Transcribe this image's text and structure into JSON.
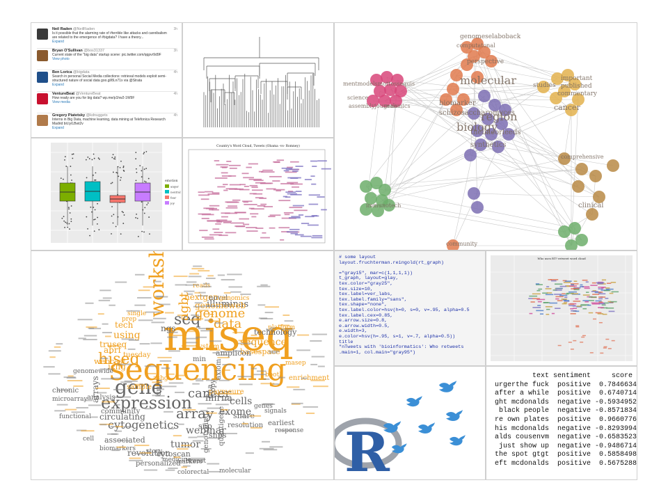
{
  "tweets": [
    {
      "name": "Neil Raden",
      "handle": "@NeilRaden",
      "time": "3h",
      "body": "Is it possible that the alarming rate of #terrible like attacks and cannibalism are related to the emergence of #bigdata? I have a theory...",
      "action": "Expand",
      "avatar_color": "#3a3a3a"
    },
    {
      "name": "Bryan O'Sullivan",
      "handle": "@bos31337",
      "time": "3h",
      "body": "Current state of the \"big data\" startup scene: pic.twitter.com/qqpvr9d9F",
      "action": "View photo",
      "avatar_color": "#8a5a2e"
    },
    {
      "name": "Ben Lorica",
      "handle": "@bigdata",
      "time": "4h",
      "body": "Search in personal Social Media collections: retrieval models exploit semi-structured nature of social data goo.gl/8Ln71x via @Strata",
      "action": "Expand",
      "avatar_color": "#1f4f8a"
    },
    {
      "name": "VentureBeat",
      "handle": "@VentureBeat",
      "time": "4h",
      "body": "How ready are you for big data? wp.me/p1hw2-1W9F",
      "action": "View media",
      "avatar_color": "#c8102e"
    },
    {
      "name": "Gregory Piatetsky",
      "handle": "@kdnuggets",
      "time": "4h",
      "body": "Interns in Big Data, machine learning, data mining at Telefonica Research Madrid bit.ly/LBwt2v",
      "action": "Expand",
      "avatar_color": "#b07a4a"
    }
  ],
  "network": {
    "labels": [
      {
        "t": "genomeselaboback",
        "c": "#8a7060"
      },
      {
        "t": "computatonal",
        "c": "#8a7060"
      },
      {
        "t": "perspective",
        "c": "#8a7060"
      },
      {
        "t": "molecular",
        "c": "#8a7060"
      },
      {
        "t": "mentmodelsmottessequis",
        "c": "#8a7060"
      },
      {
        "t": "science",
        "c": "#8a7060"
      },
      {
        "t": "assemblyjournals",
        "c": "#8a7060"
      },
      {
        "t": "genomics",
        "c": "#8a7060"
      },
      {
        "t": "biomarker",
        "c": "#8a7060"
      },
      {
        "t": "schizosaccharomyces",
        "c": "#8a7060"
      },
      {
        "t": "region",
        "c": "#8a7060"
      },
      {
        "t": "biology",
        "c": "#8a7060"
      },
      {
        "t": "thelineorleeds",
        "c": "#8a7060"
      },
      {
        "t": "synthetics",
        "c": "#8a7060"
      },
      {
        "t": "studies",
        "c": "#8a7060"
      },
      {
        "t": "important",
        "c": "#8a7060"
      },
      {
        "t": "published",
        "c": "#8a7060"
      },
      {
        "t": "commentary",
        "c": "#8a7060"
      },
      {
        "t": "cancer",
        "c": "#8a7060"
      },
      {
        "t": "comprehensive",
        "c": "#8a7060"
      },
      {
        "t": "clinical",
        "c": "#8a7060"
      },
      {
        "t": "immunotech",
        "c": "#8a7060"
      },
      {
        "t": "community",
        "c": "#8a7060"
      }
    ]
  },
  "wordcloud": {
    "words": [
      {
        "t": "sequencing",
        "c": "#f0a020"
      },
      {
        "t": "miseq",
        "c": "#f0a020"
      },
      {
        "t": "workshop",
        "c": "#f0a020"
      },
      {
        "t": "gene",
        "c": "#666666"
      },
      {
        "t": "expression",
        "c": "#666666"
      },
      {
        "t": "hiseq",
        "c": "#f0a020"
      },
      {
        "t": "seq",
        "c": "#666666"
      },
      {
        "t": "genome",
        "c": "#f0a020"
      },
      {
        "t": "data",
        "c": "#f0a020"
      },
      {
        "t": "array",
        "c": "#666666"
      },
      {
        "t": "cancer",
        "c": "#666666"
      },
      {
        "t": "illuminas",
        "c": "#666666"
      },
      {
        "t": "using",
        "c": "#f0a020"
      },
      {
        "t": "truseq",
        "c": "#f0a020"
      },
      {
        "t": "ngs",
        "c": "#666666"
      },
      {
        "t": "sequence",
        "c": "#f0a020"
      },
      {
        "t": "basespace",
        "c": "#f0a020"
      },
      {
        "t": "technology",
        "c": "#666666"
      },
      {
        "t": "cytogenetics",
        "c": "#666666"
      },
      {
        "t": "webinar",
        "c": "#666666"
      },
      {
        "t": "exome",
        "c": "#666666"
      },
      {
        "t": "mirna",
        "c": "#666666"
      },
      {
        "t": "dna",
        "c": "#666666"
      },
      {
        "t": "cells",
        "c": "#666666"
      },
      {
        "t": "circulating",
        "c": "#666666"
      },
      {
        "t": "arrays",
        "c": "#666666"
      },
      {
        "t": "chronic",
        "c": "#666666"
      },
      {
        "t": "microarray",
        "c": "#666666"
      },
      {
        "t": "analysis",
        "c": "#666666"
      },
      {
        "t": "community",
        "c": "#666666"
      },
      {
        "t": "functional",
        "c": "#666666"
      },
      {
        "t": "associated",
        "c": "#666666"
      },
      {
        "t": "tumor",
        "c": "#666666"
      },
      {
        "t": "revolution",
        "c": "#666666"
      },
      {
        "t": "snps",
        "c": "#666666"
      },
      {
        "t": "snp",
        "c": "#666666"
      },
      {
        "t": "story",
        "c": "#666666"
      },
      {
        "t": "cytoscan",
        "c": "#666666"
      },
      {
        "t": "personalized",
        "c": "#666666"
      },
      {
        "t": "genomewide",
        "c": "#666666"
      },
      {
        "t": "genomeweb",
        "c": "#f0a020"
      },
      {
        "t": "agbt",
        "c": "#f0a020"
      },
      {
        "t": "nextgen",
        "c": "#f0a020"
      },
      {
        "t": "amplicon",
        "c": "#666666"
      },
      {
        "t": "share",
        "c": "#666666"
      },
      {
        "t": "resolution",
        "c": "#666666"
      },
      {
        "t": "earliest",
        "c": "#666666"
      },
      {
        "t": "response",
        "c": "#666666"
      },
      {
        "t": "genes",
        "c": "#666666"
      },
      {
        "t": "signals",
        "c": "#666666"
      },
      {
        "t": "tech",
        "c": "#f0a020"
      },
      {
        "t": "abrf",
        "c": "#f0a020"
      },
      {
        "t": "ichg",
        "c": "#f0a020"
      },
      {
        "t": "sample",
        "c": "#f0a020"
      },
      {
        "t": "tuesday",
        "c": "#f0a020"
      },
      {
        "t": "min",
        "c": "#666666"
      },
      {
        "t": "novel",
        "c": "#666666"
      },
      {
        "t": "genomics",
        "c": "#f0a020"
      },
      {
        "t": "reads",
        "c": "#f0a020"
      },
      {
        "t": "system",
        "c": "#f0a020"
      },
      {
        "t": "platform",
        "c": "#f0a020"
      },
      {
        "t": "single",
        "c": "#f0a020"
      },
      {
        "t": "prep",
        "c": "#f0a020"
      },
      {
        "t": "booth",
        "c": "#f0a020"
      },
      {
        "t": "masep",
        "c": "#f0a020"
      },
      {
        "t": "enrichment",
        "c": "#f0a020"
      },
      {
        "t": "webcast",
        "c": "#f0a020"
      },
      {
        "t": "ashg",
        "c": "#f0a020"
      },
      {
        "t": "paymeure",
        "c": "#f0a020"
      },
      {
        "t": "copy",
        "c": "#666666"
      },
      {
        "t": "axiom",
        "c": "#666666"
      },
      {
        "t": "drug",
        "c": "#666666"
      },
      {
        "t": "cell",
        "c": "#666666"
      },
      {
        "t": "biomarkers",
        "c": "#666666"
      },
      {
        "t": "medicine",
        "c": "#666666"
      },
      {
        "t": "markers",
        "c": "#666666"
      },
      {
        "t": "breast",
        "c": "#666666"
      },
      {
        "t": "quantigene",
        "c": "#666666"
      },
      {
        "t": "molecular",
        "c": "#666666"
      },
      {
        "t": "genotyping",
        "c": "#666666"
      },
      {
        "t": "colorectal",
        "c": "#666666"
      }
    ]
  },
  "code": {
    "lines": [
      "# some layout",
      "layout.fruchterman.reingold(rt_graph)",
      "",
      "=\"gray15\", mar=c(1,1,1,1))",
      "t_graph, layout=glay,",
      "tex.color=\"gray25\",",
      "tex.size=10,",
      "tex.label=ver_labs,",
      "tex.label.family=\"sans\",",
      "tex.shape=\"none\",",
      "tex.label.color=hsv(h=0, s=0, v=.95, alpha=0.5",
      "tex.label.cex=0.85,",
      "e.arrow.size=0.8,",
      "e.arrow.width=0.5,",
      "e.width=3,",
      "e.color=hsv(h=.95, s=1, v=.7, alpha=0.5))",
      "title",
      "\"nTweets with 'bioinformatics': Who retweets",
      ".main=1, col.main=\"gray95\")"
    ]
  },
  "rlogo": {
    "letter": "R",
    "ring_color": "#9ea3ab",
    "letter_color": "#2f5fa6",
    "bird_color": "#3b8fd6"
  },
  "sentiment": {
    "header": "         text sentiment     score",
    "rows": [
      "urgerthe fuck  positive  0.7846634",
      "after a while  positive  0.6740714",
      "ght mcdonalds  negative -0.5934952",
      " black people  negative -0.8571834",
      "re own plates  positive  0.9660776",
      "his mcdonalds  negative -0.8293994",
      "alds cousenvm  negative -0.6583523",
      " just show up  negative -0.9486714",
      "the spot gtgt  positive  0.5858498",
      "eft mcdonalds  positive  0.5675288"
    ]
  },
  "boxplot": {
    "boxes": [
      {
        "fill": "#7cae00",
        "label": "anger"
      },
      {
        "fill": "#00bfc4",
        "label": "neutral"
      },
      {
        "fill": "#f8766d",
        "label": "fear"
      },
      {
        "fill": "#c77cff",
        "label": "joy"
      }
    ],
    "legend_title": "emotion"
  },
  "compare": {
    "title": "Country's Word Cloud, Tweets (Obama -vs- Romney)"
  },
  "scatter": {
    "title": "Who uses RT? retweet word cloud"
  }
}
